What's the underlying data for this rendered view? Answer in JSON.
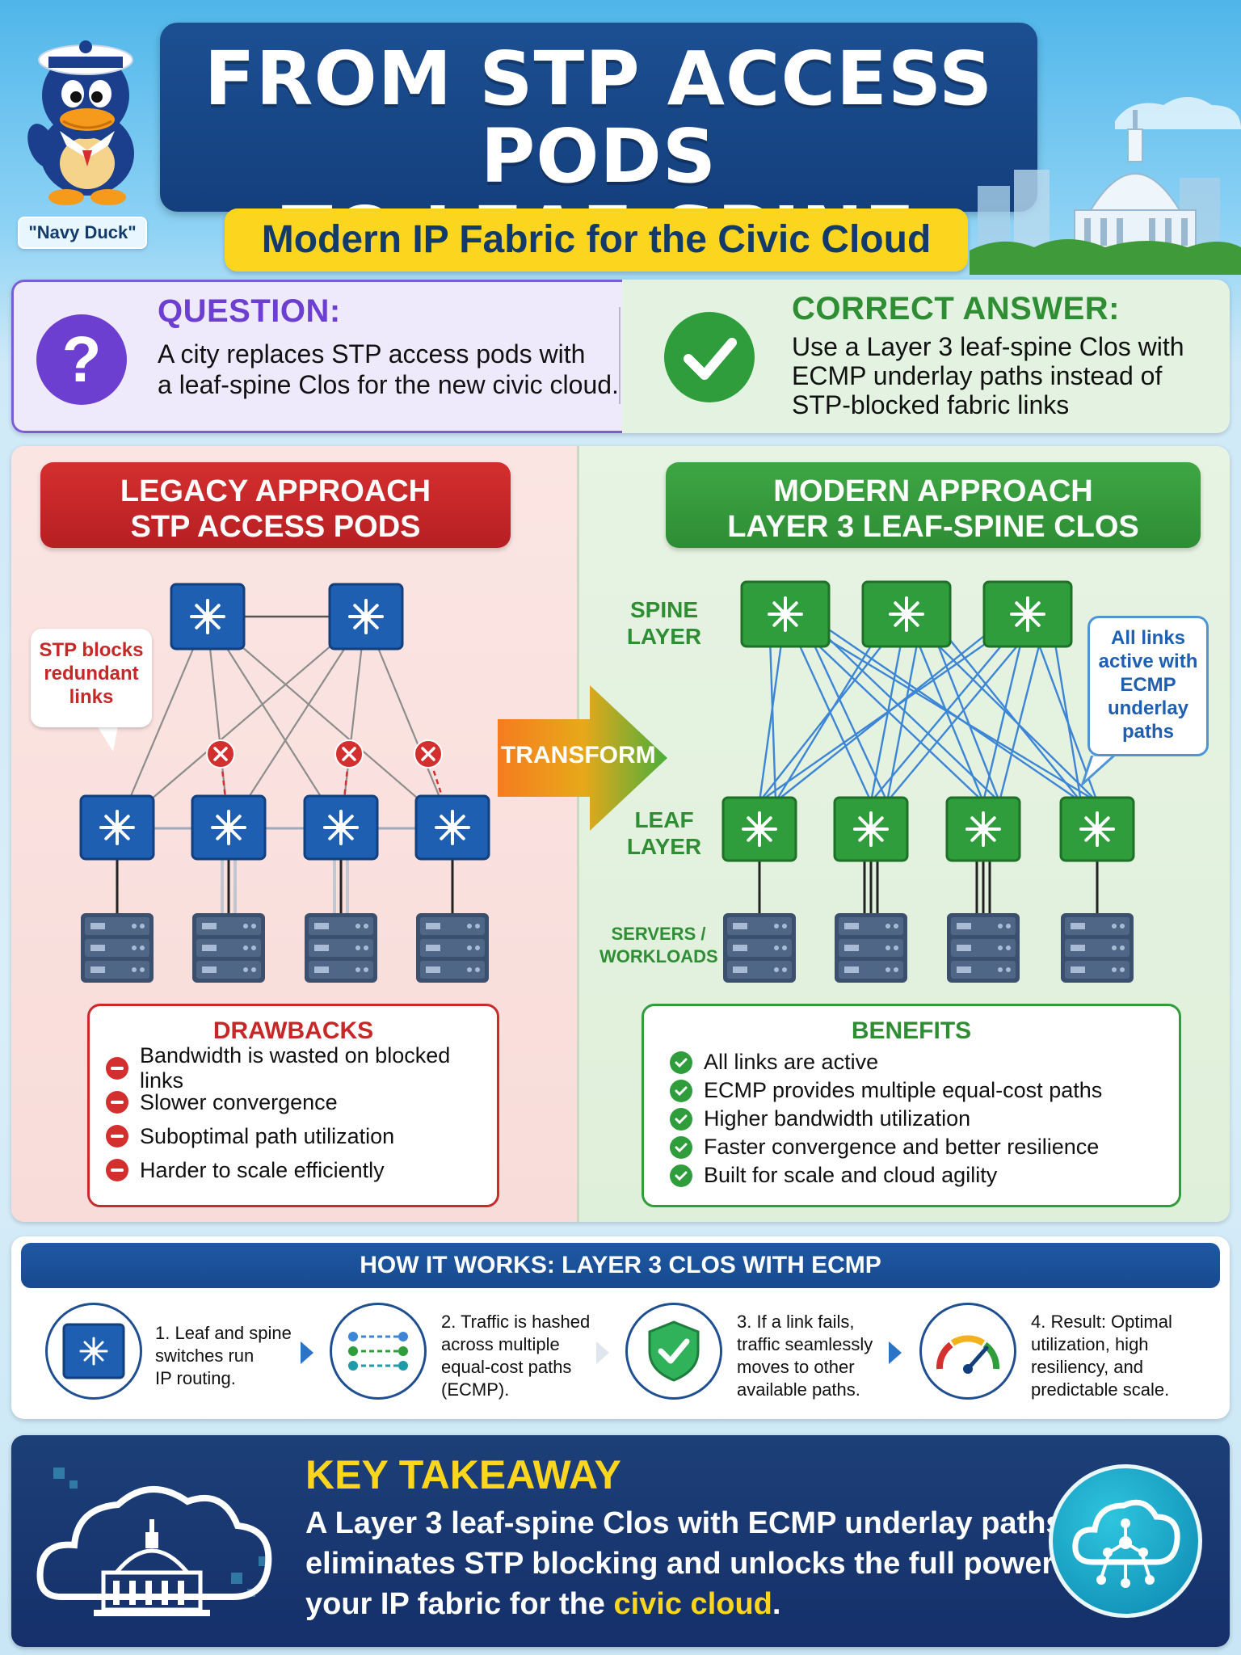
{
  "header": {
    "title_line1": "FROM STP ACCESS PODS",
    "title_line2": "TO LEAF-SPINE CLOS",
    "subtitle": "Modern IP Fabric for the Civic Cloud",
    "mascot_label": "\"Navy Duck\""
  },
  "question": {
    "heading": "QUESTION:",
    "line1": "A city replaces STP access pods with",
    "line2": "a leaf-spine Clos for the new civic cloud."
  },
  "answer": {
    "heading": "CORRECT ANSWER:",
    "line1": "Use a Layer 3 leaf-spine Clos with",
    "line2": "ECMP underlay paths instead of",
    "line3": "STP-blocked fabric links"
  },
  "legacy": {
    "banner_line1": "LEGACY APPROACH",
    "banner_line2": "STP ACCESS PODS",
    "callout": [
      "STP blocks",
      "redundant",
      "links"
    ],
    "drawbacks_title": "DRAWBACKS",
    "drawbacks": [
      "Bandwidth is wasted on blocked links",
      "Slower convergence",
      "Suboptimal path utilization",
      "Harder to scale efficiently"
    ]
  },
  "transform_label": "TRANSFORM",
  "modern": {
    "banner_line1": "MODERN APPROACH",
    "banner_line2": "LAYER 3 LEAF-SPINE CLOS",
    "spine_label": [
      "SPINE",
      "LAYER"
    ],
    "leaf_label": [
      "LEAF",
      "LAYER"
    ],
    "servers_label": [
      "SERVERS /",
      "WORKLOADS"
    ],
    "callout": [
      "All links",
      "active with",
      "ECMP",
      "underlay",
      "paths"
    ],
    "benefits_title": "BENEFITS",
    "benefits": [
      "All links are active",
      "ECMP provides multiple equal-cost paths",
      "Higher bandwidth utilization",
      "Faster convergence and better resilience",
      "Built for scale and cloud agility"
    ]
  },
  "how": {
    "title": "HOW IT WORKS: LAYER 3 CLOS WITH ECMP",
    "steps": [
      {
        "lines": [
          "1. Leaf and spine",
          "switches run",
          "IP routing."
        ],
        "icon": "switch-icon"
      },
      {
        "lines": [
          "2. Traffic is hashed",
          "across multiple",
          "equal-cost paths",
          "(ECMP)."
        ],
        "icon": "ecmp-paths-icon"
      },
      {
        "lines": [
          "3. If a link fails,",
          "traffic seamlessly",
          "moves to other",
          "available paths."
        ],
        "icon": "shield-check-icon"
      },
      {
        "lines": [
          "4. Result: Optimal",
          "utilization, high",
          "resiliency, and",
          "predictable scale."
        ],
        "icon": "gauge-icon"
      }
    ]
  },
  "takeaway": {
    "title": "KEY TAKEAWAY",
    "line1": "A Layer 3 leaf-spine Clos with ECMP underlay paths",
    "line2": "eliminates STP blocking and unlocks the full power of",
    "line3_pre": "your IP fabric for the ",
    "line3_hl": "civic cloud",
    "line3_post": "."
  },
  "colors": {
    "navy": "#15306a",
    "legacy_red": "#c62828",
    "modern_green": "#2f9d3b",
    "accent_yellow": "#fcd51f",
    "switch_blue": "#1f5fb2"
  }
}
